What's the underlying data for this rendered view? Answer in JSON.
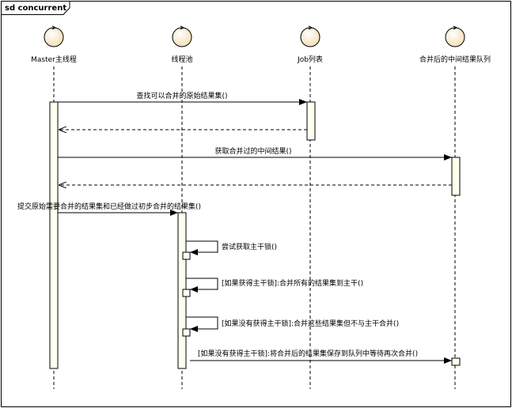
{
  "frame": {
    "title": "sd concurrent"
  },
  "lifelines": [
    {
      "id": "master",
      "label": "Master主线程"
    },
    {
      "id": "pool",
      "label": "线程池"
    },
    {
      "id": "joblist",
      "label": "Job列表"
    },
    {
      "id": "queue",
      "label": "合并后的中间结果队列"
    }
  ],
  "messages": [
    {
      "label": "查找可以合并的原始结果集()",
      "kind": "sync",
      "from": "master",
      "to": "joblist"
    },
    {
      "label": "",
      "kind": "return",
      "from": "joblist",
      "to": "master"
    },
    {
      "label": "获取合并过的中间结果()",
      "kind": "sync",
      "from": "master",
      "to": "queue"
    },
    {
      "label": "",
      "kind": "return",
      "from": "queue",
      "to": "master"
    },
    {
      "label": "提交原始需要合并的结果集和已经做过初步合并的结果集()",
      "kind": "sync",
      "from": "master",
      "to": "pool"
    },
    {
      "label": "尝试获取主干锁()",
      "kind": "self",
      "from": "pool",
      "to": "pool"
    },
    {
      "label": "[如果获得主干锁]:合并所有的结果集到主干()",
      "kind": "self",
      "from": "pool",
      "to": "pool"
    },
    {
      "label": "[如果没有获得主干锁]:合并这些结果集但不与主干合并()",
      "kind": "self",
      "from": "pool",
      "to": "pool"
    },
    {
      "label": "[如果没有获得主干锁]:将合并后的结果集保存到队列中等待再次合并()",
      "kind": "sync",
      "from": "pool",
      "to": "queue"
    }
  ],
  "colors": {
    "activation": "#fffff0",
    "actor_fill": "#fff6d8",
    "line": "#000000"
  }
}
